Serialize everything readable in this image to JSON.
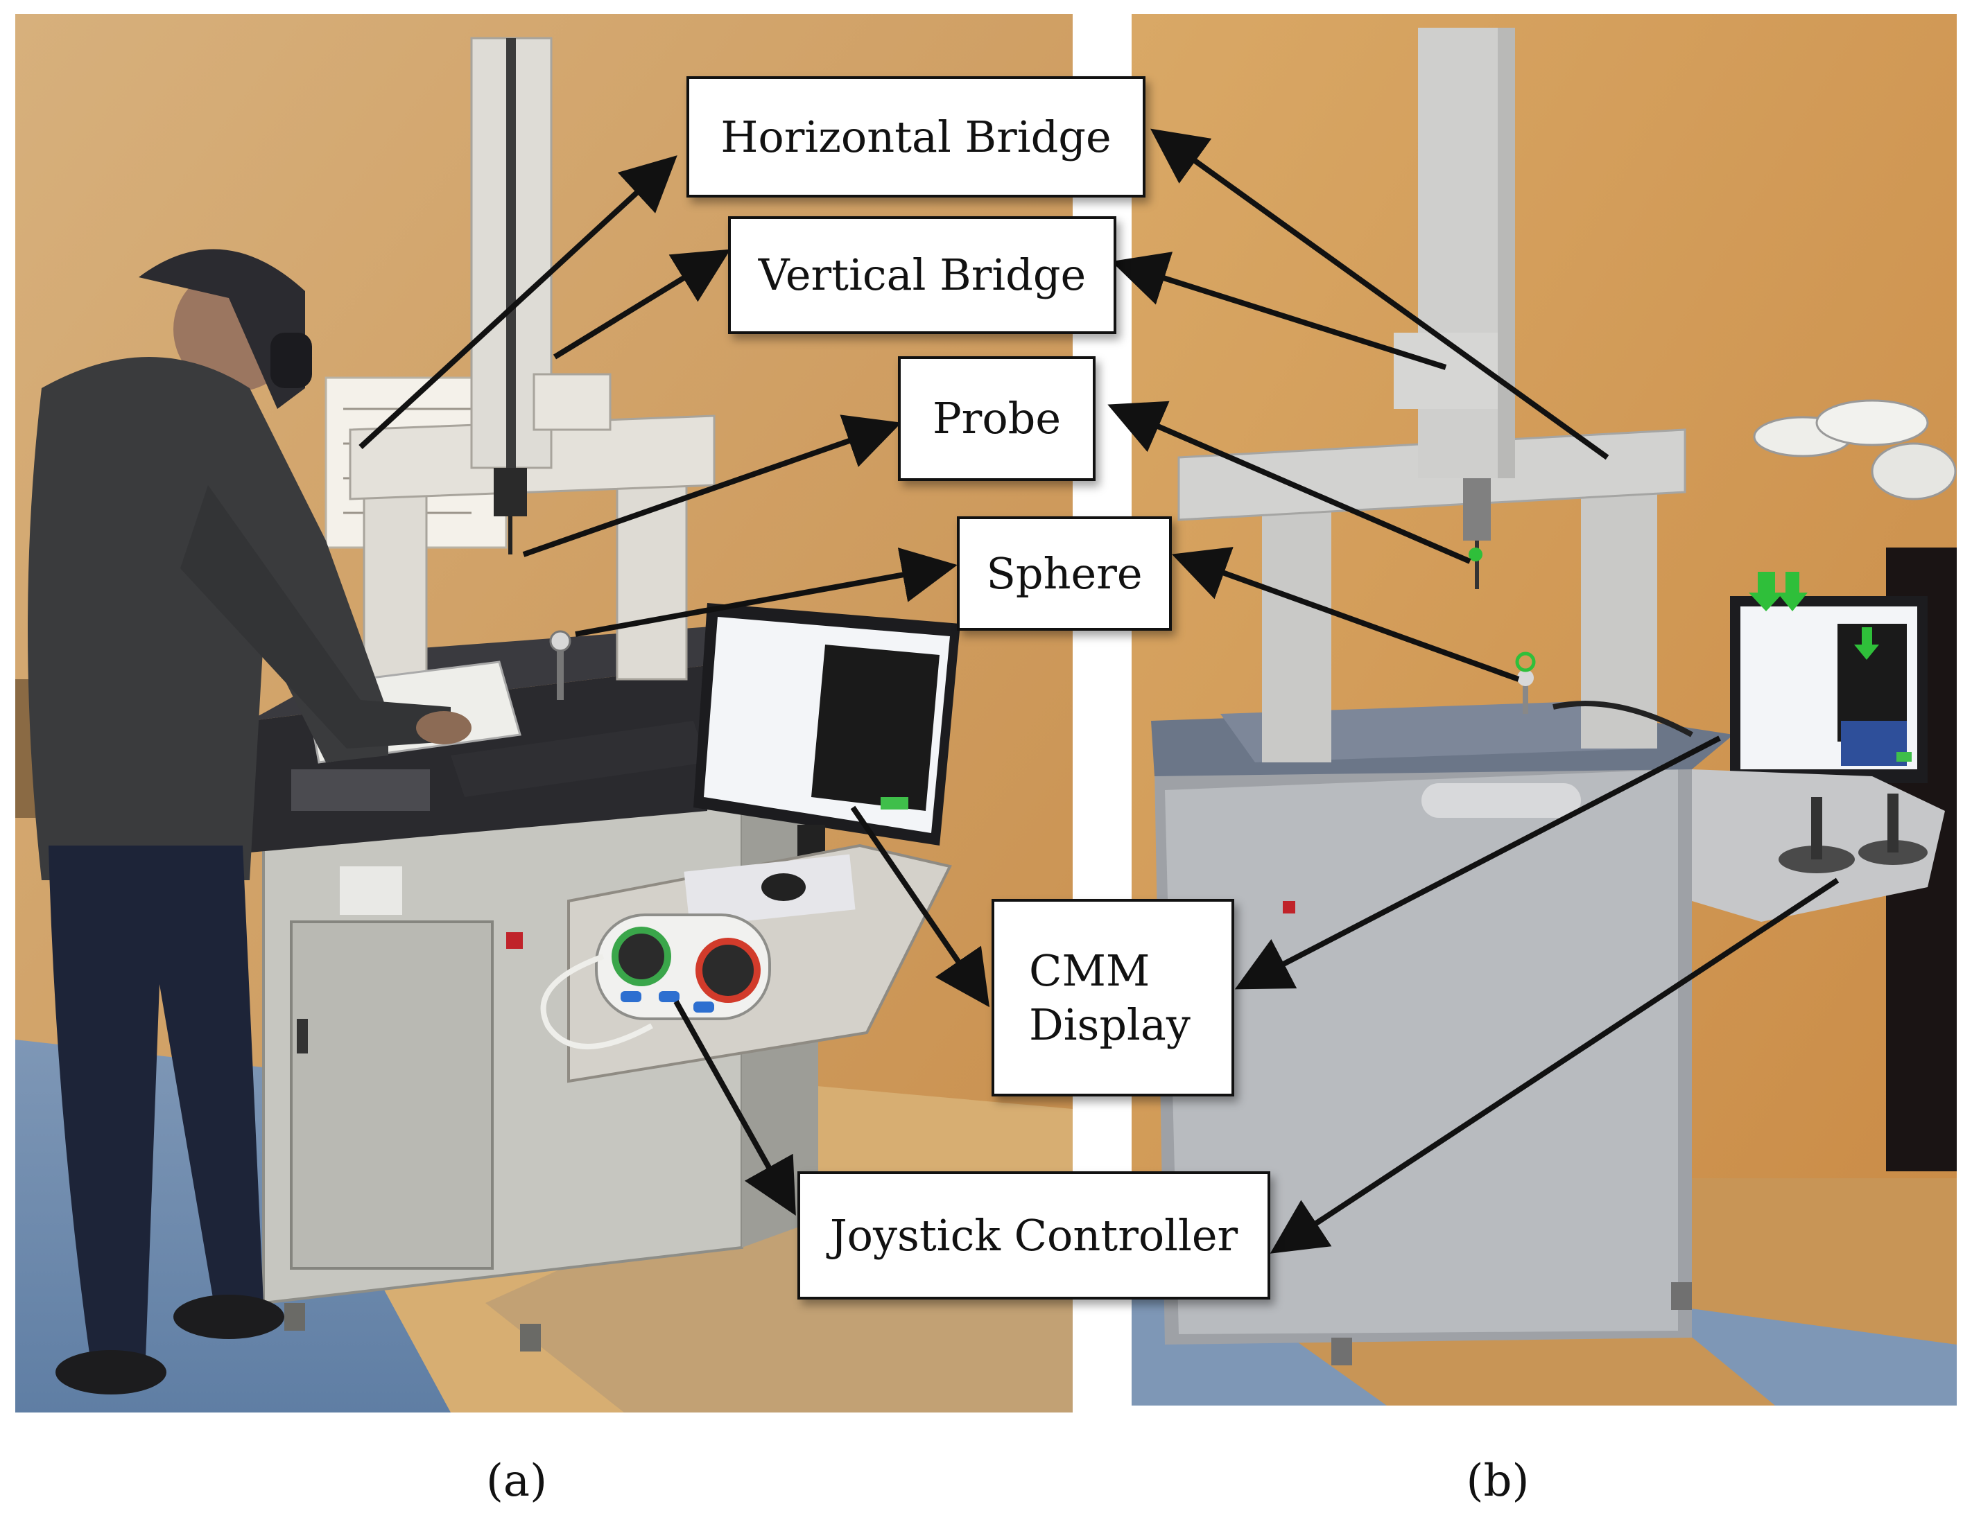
{
  "figure": {
    "callouts": {
      "horizontal_bridge": "Horizontal Bridge",
      "vertical_bridge": "Vertical Bridge",
      "probe": "Probe",
      "sphere": "Sphere",
      "cmm_display": "CMM\nDisplay",
      "joystick_controller": "Joystick Controller"
    },
    "panel_labels": {
      "a": "(a)",
      "b": "(b)"
    },
    "colors": {
      "wall": "#d9a564",
      "floor": "#8aa2c0",
      "machine": "#b8b8b2",
      "arrow": "#111111",
      "virtual_marker": "#2fbf3a"
    }
  }
}
